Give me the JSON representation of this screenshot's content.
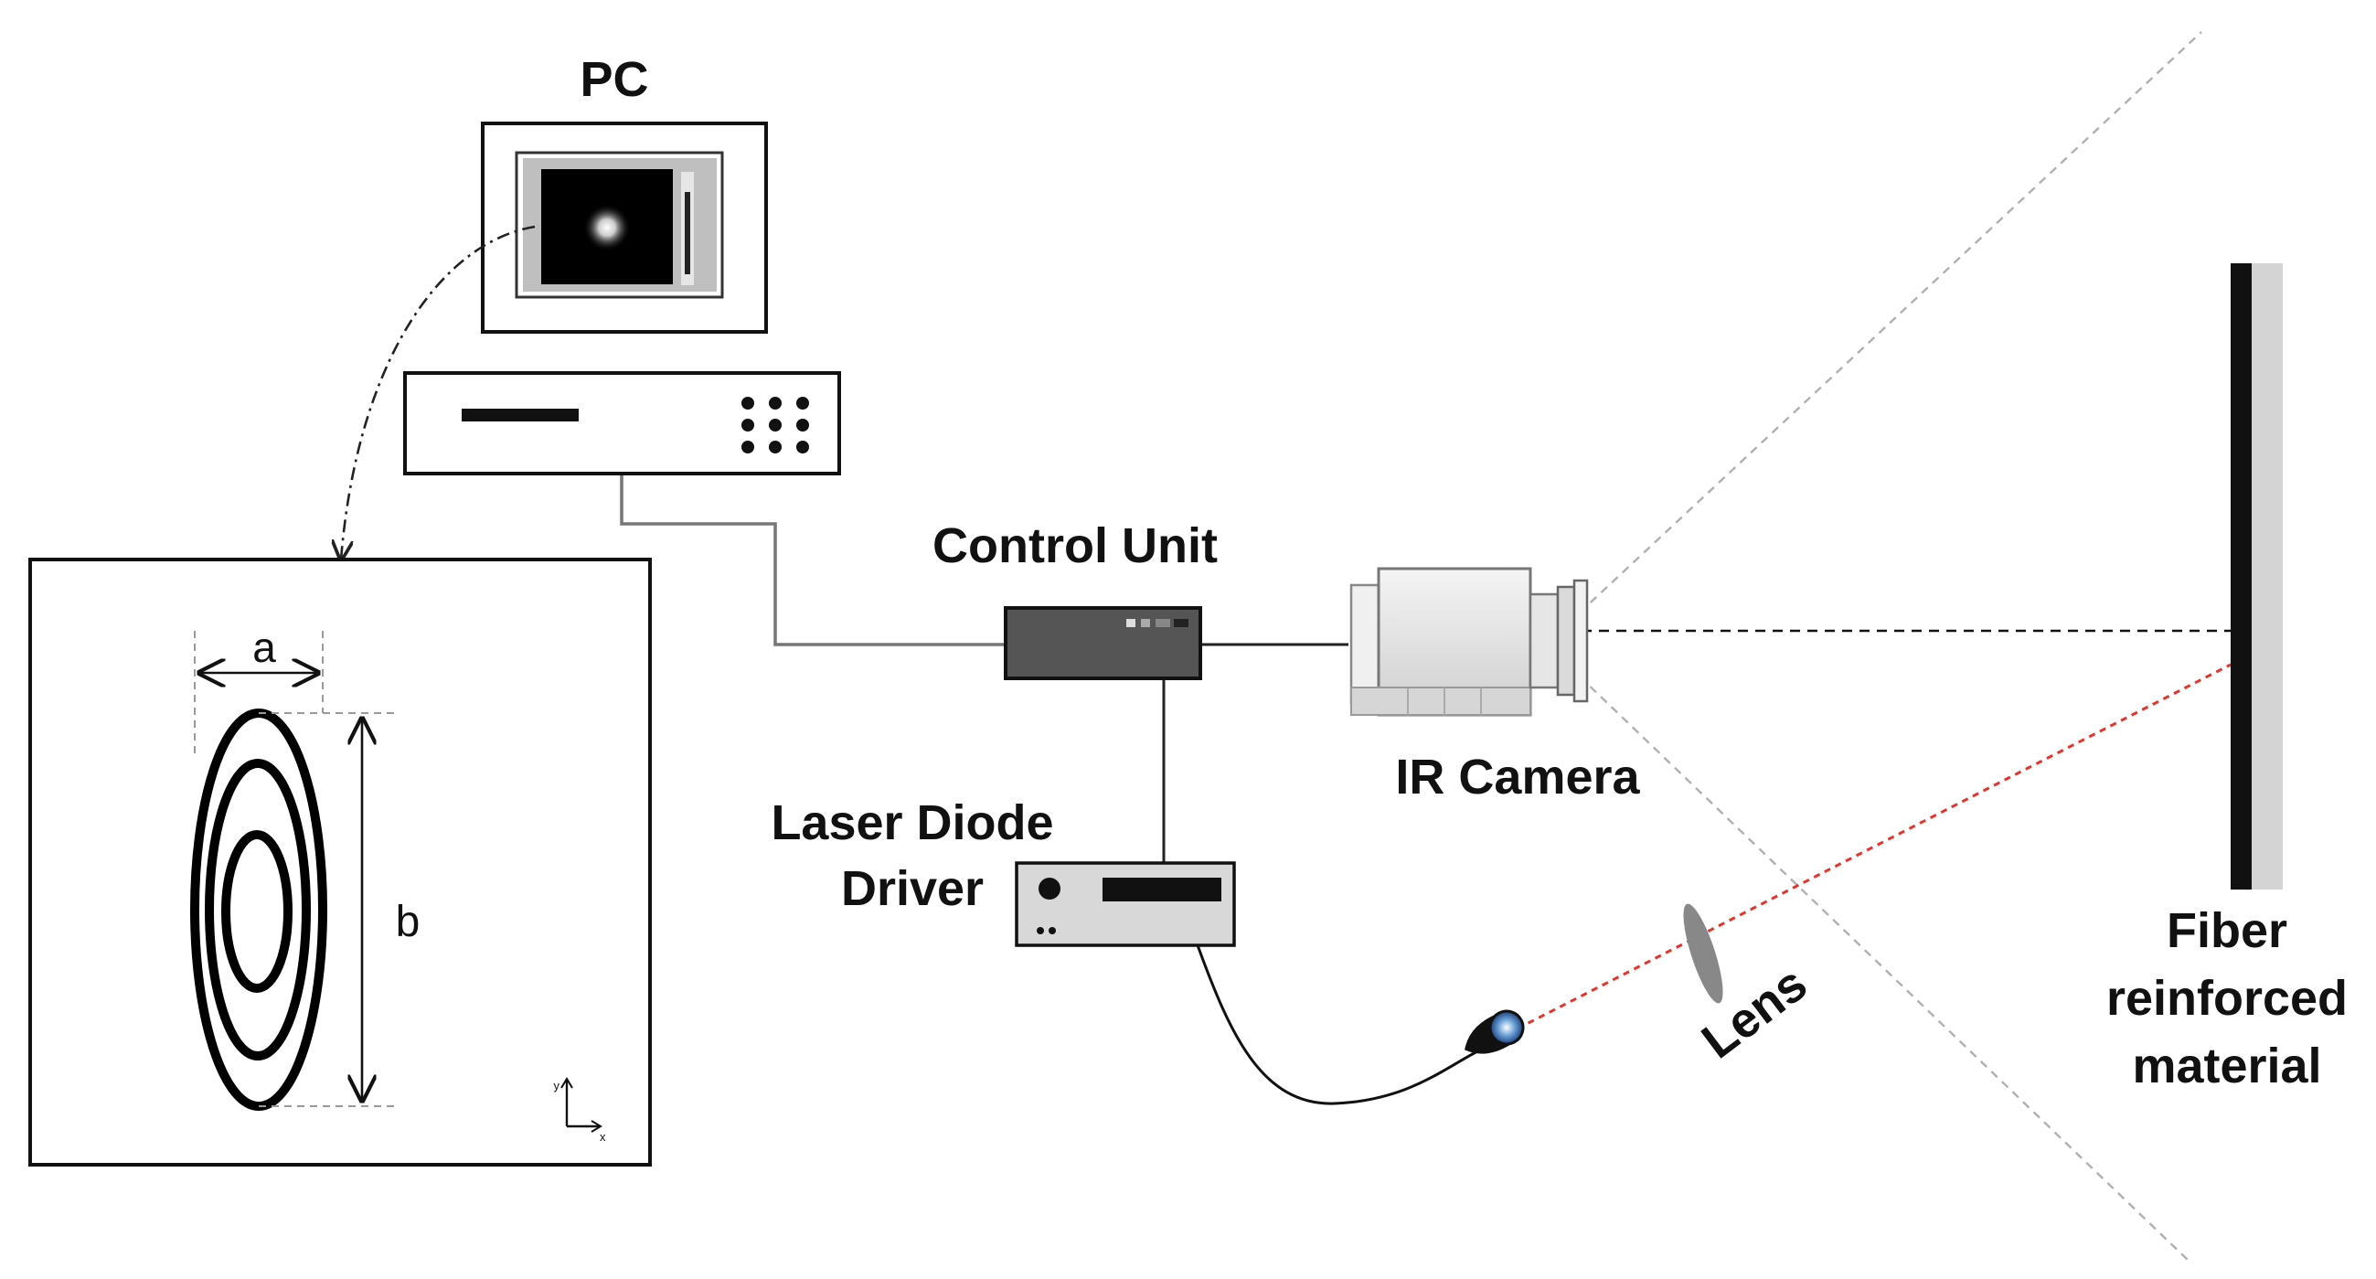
{
  "labels": {
    "pc": "PC",
    "control_unit": "Control Unit",
    "ir_camera": "IR Camera",
    "laser_line1": "Laser Diode",
    "laser_line2": "Driver",
    "lens": "Lens",
    "fiber_line1": "Fiber",
    "fiber_line2": "reinforced",
    "fiber_line3": "material"
  },
  "thermogram": {
    "dim_a": "a",
    "dim_b": "b",
    "axis_y": "y",
    "axis_x": "x"
  },
  "colors": {
    "laser_beam": "#e8332b",
    "camera_view": "#b0b0b0",
    "sample_dark": "#111111",
    "sample_light": "#d4d4d4",
    "control_unit": "#555555",
    "driver_box": "#d8d8d8"
  }
}
